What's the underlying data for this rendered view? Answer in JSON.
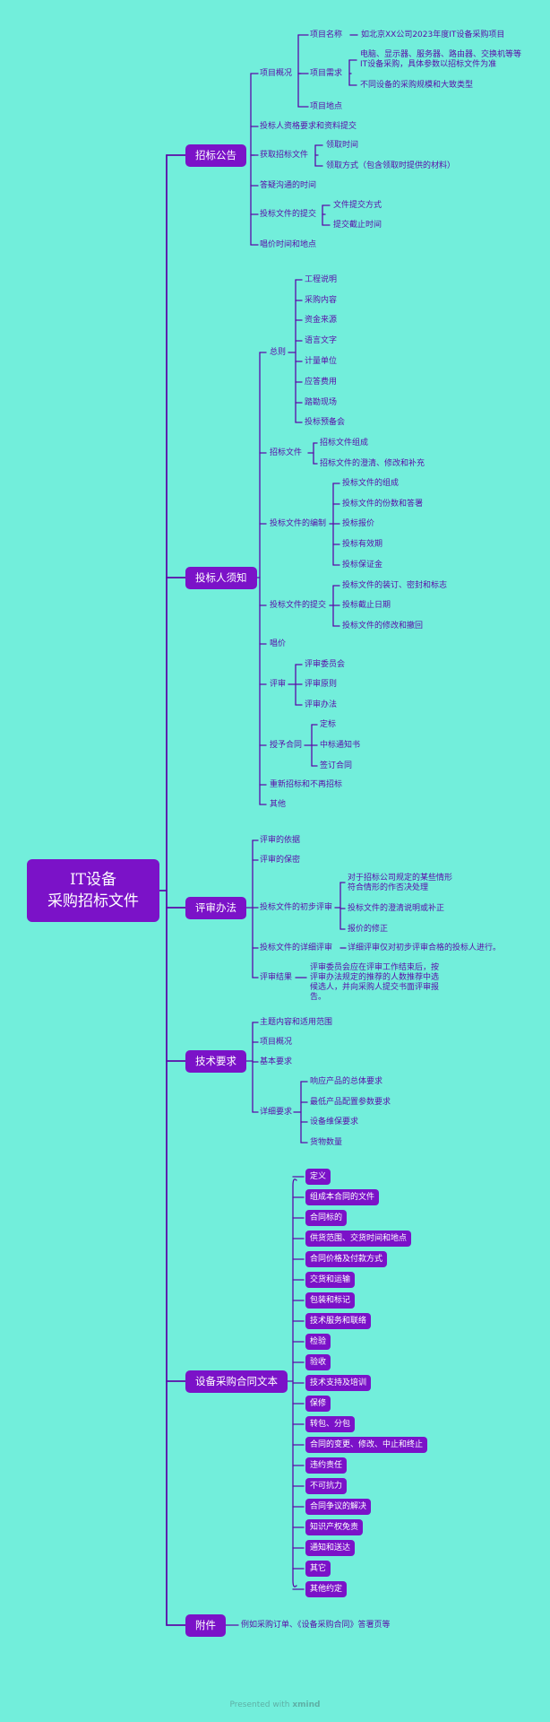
{
  "root": {
    "line1": "IT设备",
    "line2": "采购招标文件"
  },
  "branches": {
    "b1": "招标公告",
    "b2": "投标人须知",
    "b3": "评审办法",
    "b4": "技术要求",
    "b5": "设备采购合同文本",
    "b6": "附件"
  },
  "nodes": {
    "a1": "项目概况",
    "a1_1": "项目名称",
    "a1_1_1": "如北京XX公司2023年度IT设备采购项目",
    "a1_2": "项目需求",
    "a1_2_1": "电脑、显示器、服务器、路由器、交换机等等IT设备采购，具体参数以招标文件为准",
    "a1_2_2": "不同设备的采购规模和大致类型",
    "a1_3": "项目地点",
    "a2": "投标人资格要求和资料提交",
    "a3": "获取招标文件",
    "a3_1": "领取时间",
    "a3_2": "领取方式（包含领取时提供的材料）",
    "a4": "答疑沟通的时间",
    "a5": "投标文件的提交",
    "a5_1": "文件提交方式",
    "a5_2": "提交截止时间",
    "a6": "唱价时间和地点",
    "c1": "总则",
    "c1_1": "工程说明",
    "c1_2": "采购内容",
    "c1_3": "资金来源",
    "c1_4": "语言文字",
    "c1_5": "计量单位",
    "c1_6": "应答费用",
    "c1_7": "踏勘现场",
    "c1_8": "投标预备会",
    "c2": "招标文件",
    "c2_1": "招标文件组成",
    "c2_2": "招标文件的澄清、修改和补充",
    "c3": "投标文件的编制",
    "c3_1": "投标文件的组成",
    "c3_2": "投标文件的份数和答署",
    "c3_3": "投标报价",
    "c3_4": "投标有效期",
    "c3_5": "投标保证金",
    "c4": "投标文件的提交",
    "c4_1": "投标文件的装订、密封和标志",
    "c4_2": "投标截止日期",
    "c4_3": "投标文件的修改和撤回",
    "c5": "唱价",
    "c6": "评审",
    "c6_1": "评审委员会",
    "c6_2": "评审原则",
    "c6_3": "评审办法",
    "c7": "授予合同",
    "c7_1": "定标",
    "c7_2": "中标通知书",
    "c7_3": "签订合同",
    "c8": "重新招标和不再招标",
    "c9": "其他",
    "d1": "评审的依据",
    "d2": "评审的保密",
    "d3": "投标文件的初步评审",
    "d3_1": "对于招标公司规定的某些情形符合情形的作否决处理",
    "d3_2": "投标文件的澄清说明或补正",
    "d3_3": "报价的修正",
    "d4": "投标文件的详细评审",
    "d4_1": "详细评审仅对初步评审合格的投标人进行。",
    "d5": "评审结果",
    "d5_1": "评审委员会应在评审工作结束后，按评审办法规定的推荐的人数推荐中选候选人，并向采购人提交书面评审报告。",
    "e1": "主题内容和适用范围",
    "e2": "项目概况",
    "e3": "基本要求",
    "e4": "详细要求",
    "e4_1": "响应产品的总体要求",
    "e4_2": "最低产品配置参数要求",
    "e4_3": "设备维保要求",
    "e4_4": "货物数量",
    "g1": "例如采购订单、《设备采购合同》答署页等"
  },
  "contract_items": [
    "定义",
    "组成本合同的文件",
    "合同标的",
    "供货范围、交货时间和地点",
    "合同价格及付款方式",
    "交货和运输",
    "包装和标记",
    "技术服务和联络",
    "检验",
    "验收",
    "技术支持及培训",
    "保修",
    "转包、分包",
    "合同的变更、修改、中止和终止",
    "违约责任",
    "不可抗力",
    "合同争议的解决",
    "知识产权免责",
    "通知和送达",
    "其它",
    "其他约定"
  ],
  "footer": {
    "prefix": "Presented with",
    "brand": "xmind"
  },
  "colors": {
    "background": "#72EEDB",
    "node_fill": "#7B12C8",
    "line": "#5B0BA8",
    "text": "#5B0BA8"
  }
}
